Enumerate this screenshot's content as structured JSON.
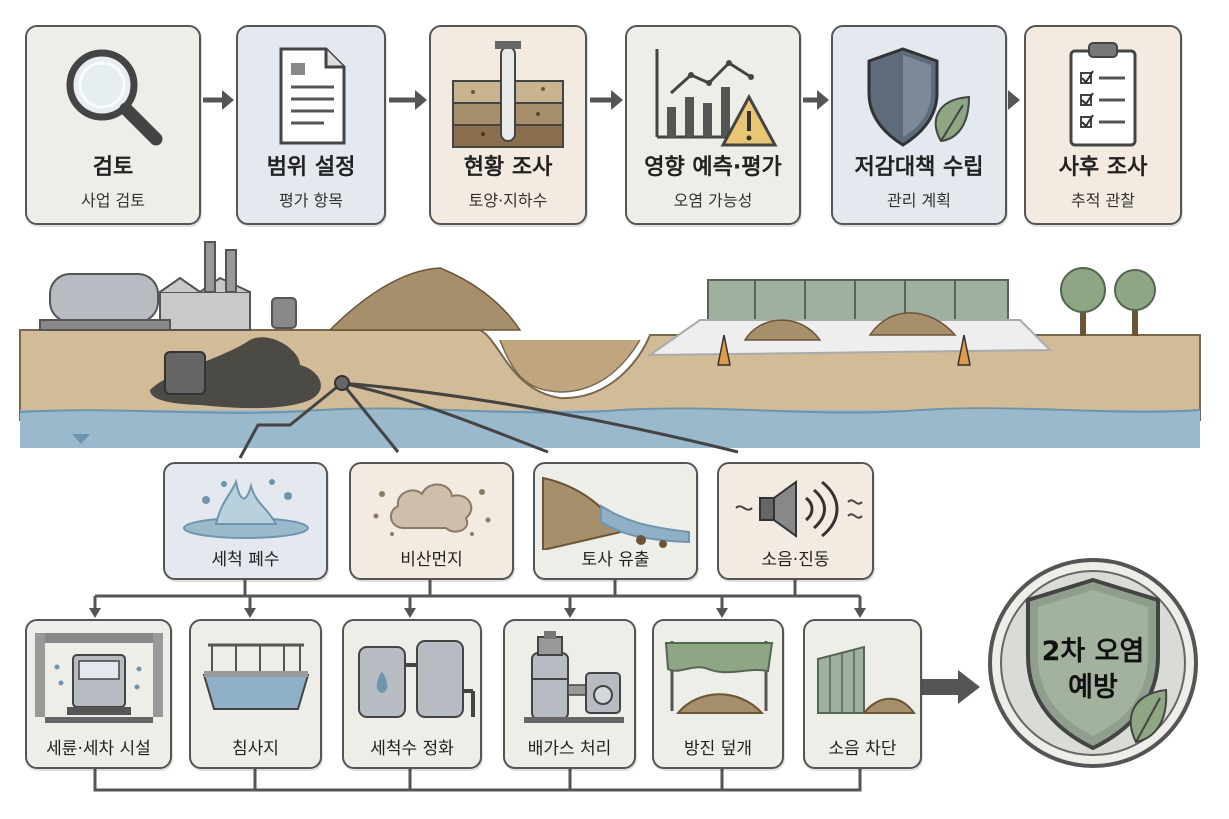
{
  "process_steps": [
    {
      "title": "검토",
      "subtitle": "사업 검토",
      "icon": "magnifier-icon",
      "bg": "#eeeee9"
    },
    {
      "title": "범위 설정",
      "subtitle": "평가 항목",
      "icon": "document-icon",
      "bg": "#e3e9ee"
    },
    {
      "title": "현황 조사",
      "subtitle": "토양·지하수",
      "icon": "soil-core-icon",
      "bg": "#f3ebe1"
    },
    {
      "title": "영향 예측·평가",
      "subtitle": "오염 가능성",
      "icon": "chart-warning-icon",
      "bg": "#eeeee9"
    },
    {
      "title": "저감대책 수립",
      "subtitle": "관리 계획",
      "icon": "shield-leaf-icon",
      "bg": "#e3e9ee"
    },
    {
      "title": "사후 조사",
      "subtitle": "추적 관찰",
      "icon": "clipboard-icon",
      "bg": "#f3ebe1"
    }
  ],
  "pollution_sources": [
    {
      "label": "세척 폐수",
      "icon": "water-splash-icon",
      "bg": "#e3e9ee"
    },
    {
      "label": "비산먼지",
      "icon": "dust-cloud-icon",
      "bg": "#f3ebe1"
    },
    {
      "label": "토사 유출",
      "icon": "soil-runoff-icon",
      "bg": "#eeeee9"
    },
    {
      "label": "소음·진동",
      "icon": "speaker-icon",
      "bg": "#f3ebe1"
    }
  ],
  "mitigation_measures": [
    {
      "label": "세륜·세차 시설",
      "icon": "truck-wash-icon"
    },
    {
      "label": "침사지",
      "icon": "settling-pond-icon"
    },
    {
      "label": "세척수 정화",
      "icon": "water-tanks-icon"
    },
    {
      "label": "배가스 처리",
      "icon": "scrubber-icon"
    },
    {
      "label": "방진 덮개",
      "icon": "dust-cover-icon"
    },
    {
      "label": "소음 차단",
      "icon": "noise-barrier-icon"
    }
  ],
  "goal": {
    "line1": "2차 오염",
    "line2": "예방",
    "icon": "shield-leaf-icon"
  },
  "colors": {
    "border": "#555555",
    "arrow": "#555555",
    "soil": "#c9b391",
    "water": "#8fb0c6",
    "shield": "#8f9e8d"
  }
}
